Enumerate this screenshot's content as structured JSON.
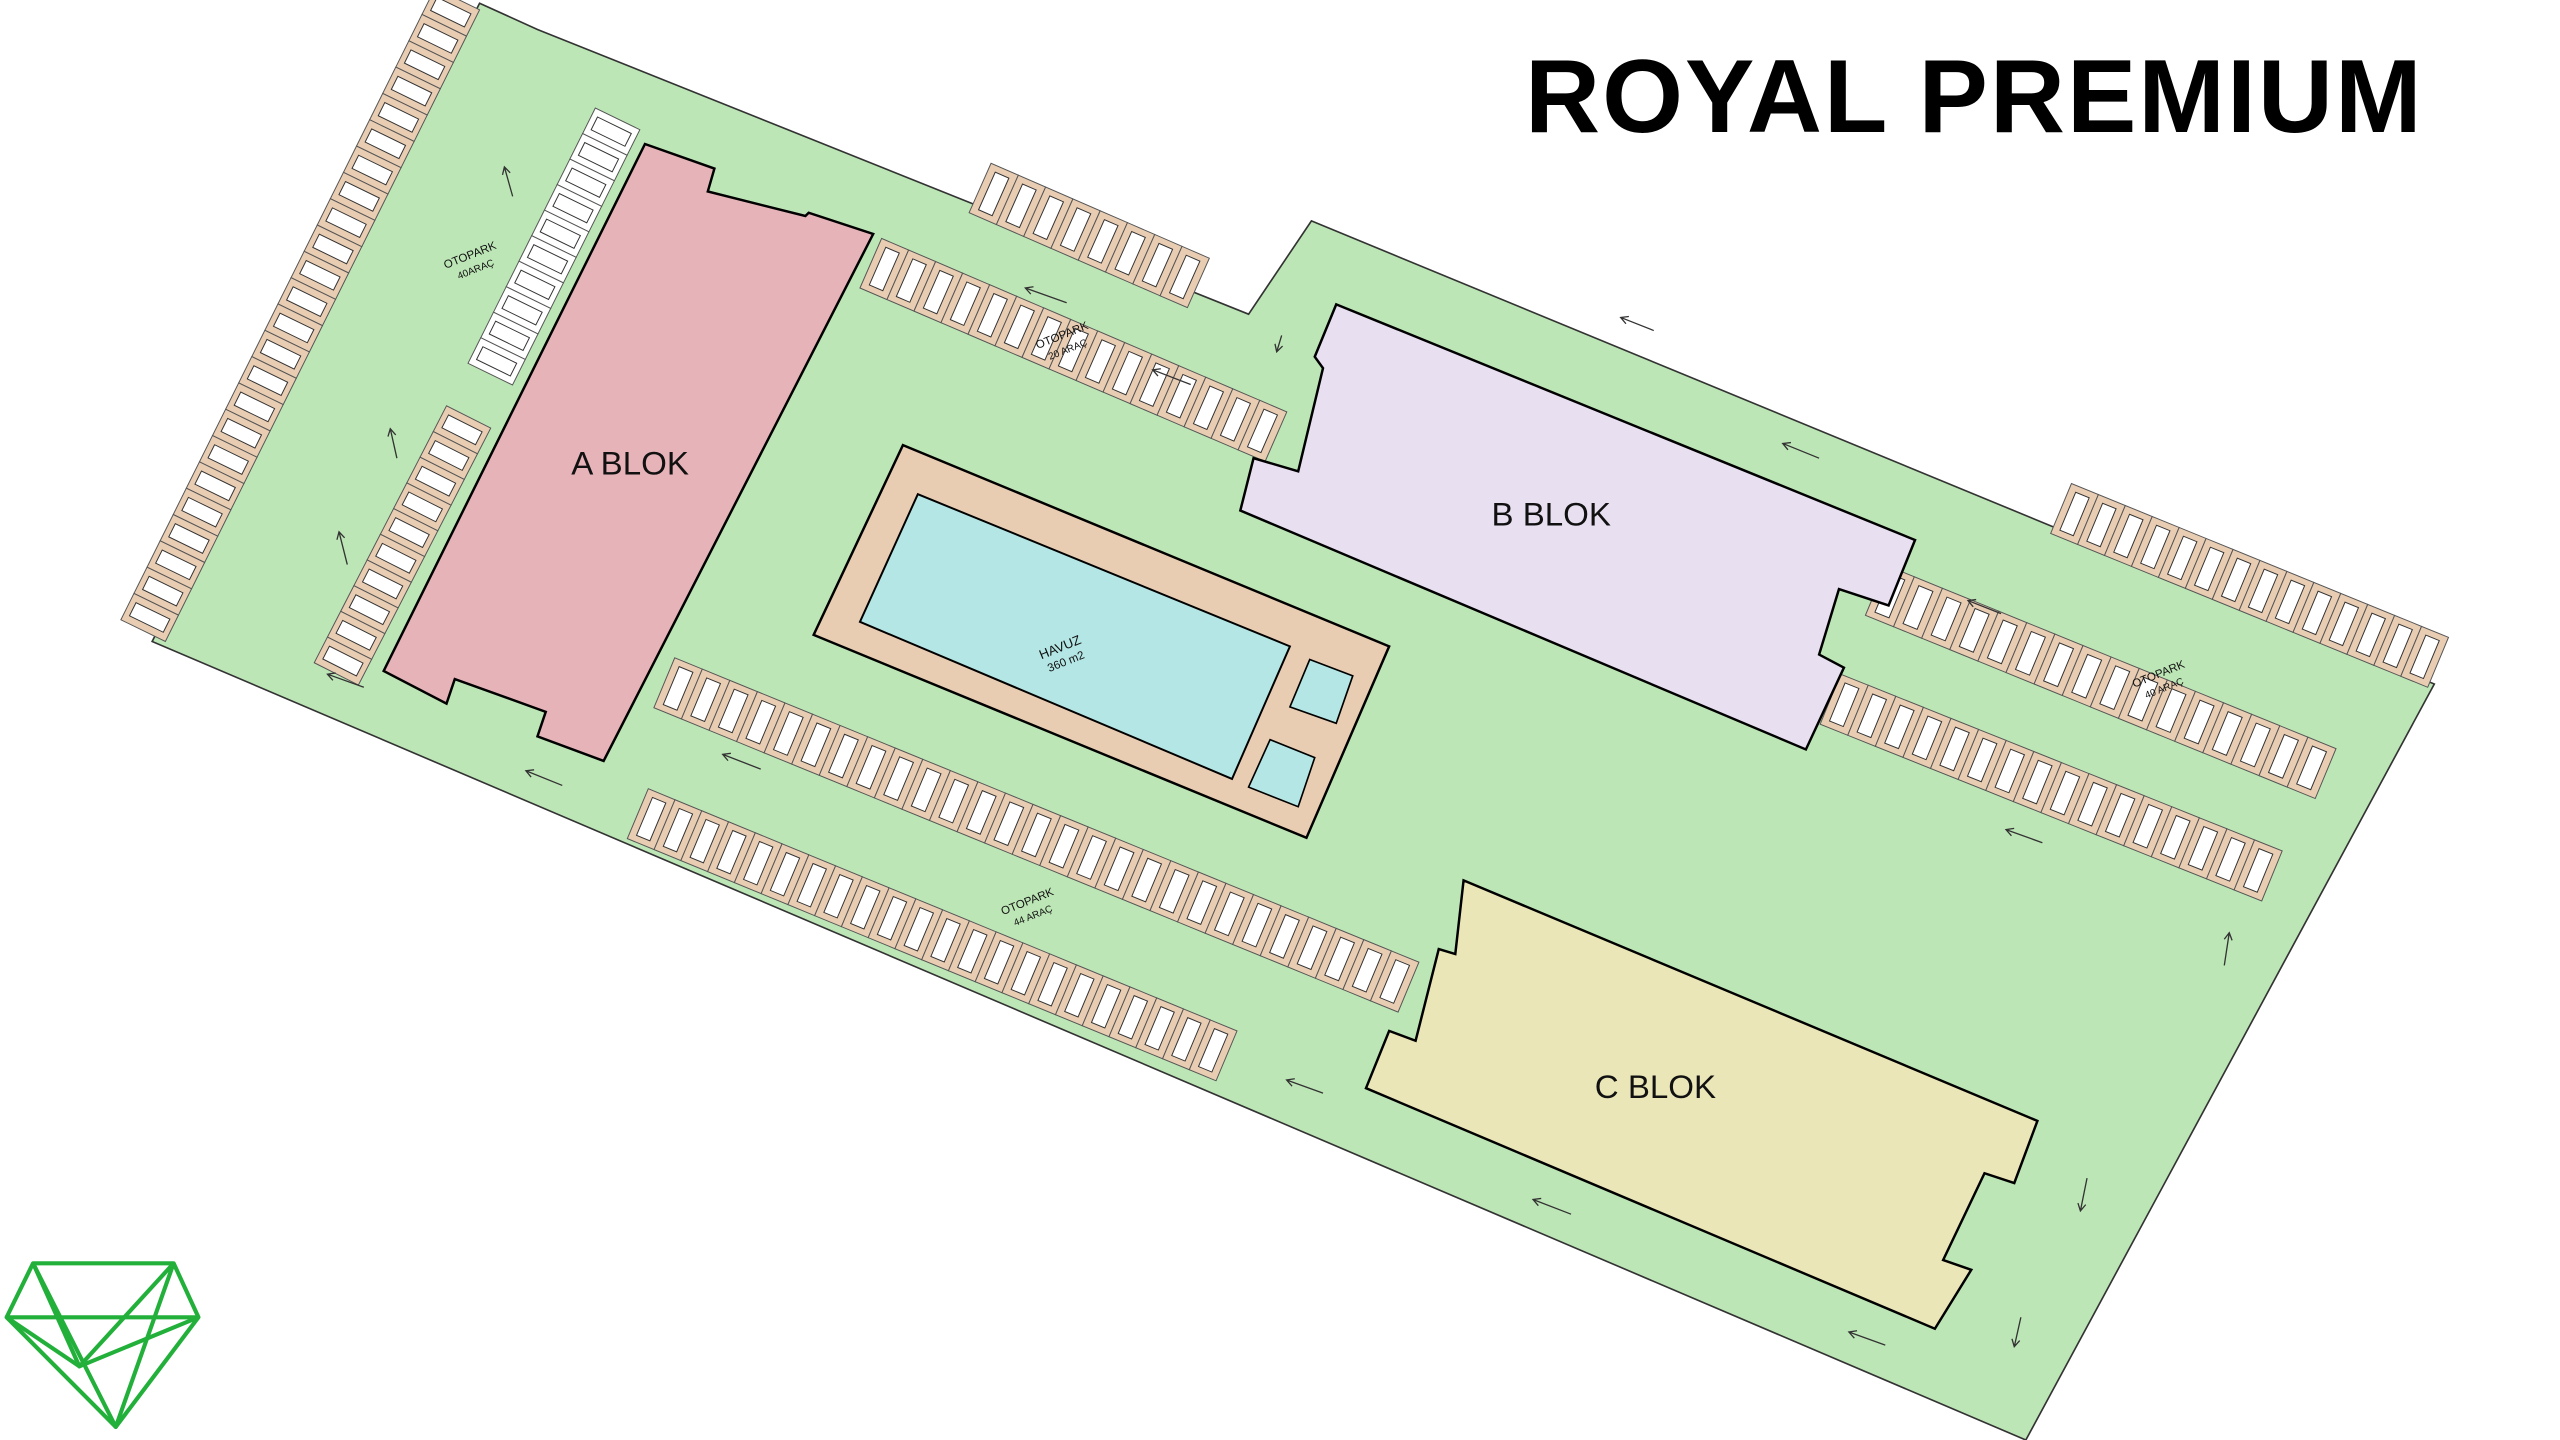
{
  "title": "ROYAL PREMIUM",
  "blocks": {
    "a": "A BLOK",
    "b": "B BLOK",
    "c": "C BLOK"
  },
  "pool": {
    "name": "HAVUZ",
    "area": "360 m2"
  },
  "parking": [
    {
      "name": "OTOPARK",
      "capacity": "40ARAÇ"
    },
    {
      "name": "OTOPARK",
      "capacity": "20 ARAÇ"
    },
    {
      "name": "OTOPARK",
      "capacity": "40 ARAÇ"
    },
    {
      "name": "OTOPARK",
      "capacity": "44 ARAÇ"
    }
  ],
  "colors": {
    "site": "#bde6b6",
    "a_blok": "#e6b3b8",
    "b_blok": "#e8dff1",
    "c_blok": "#ebe6b8",
    "pool": "#b3e6e4",
    "deck": "#e9cdb3",
    "stall": "#e9cdb3",
    "logo": "#22b03a"
  }
}
